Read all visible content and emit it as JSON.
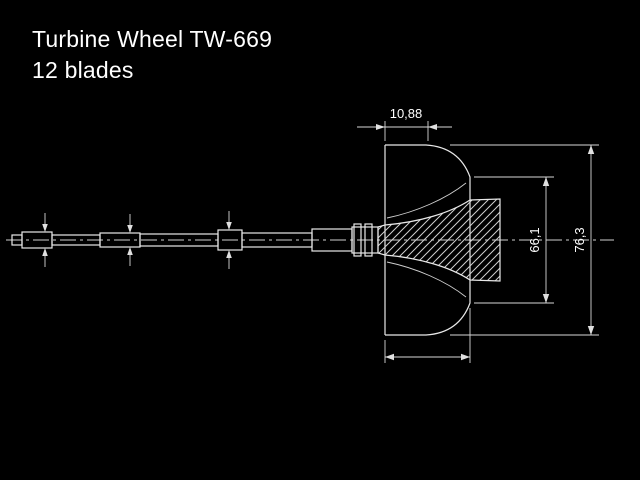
{
  "title": {
    "line1": "Turbine Wheel TW-669",
    "line2": "12 blades"
  },
  "dimensions": {
    "blade_tip_width": "10,88",
    "exducer_diameter": "66,1",
    "tip_diameter": "76,3"
  },
  "colors": {
    "background": "#000000",
    "line": "#e8e8e8",
    "text": "#ffffff"
  }
}
